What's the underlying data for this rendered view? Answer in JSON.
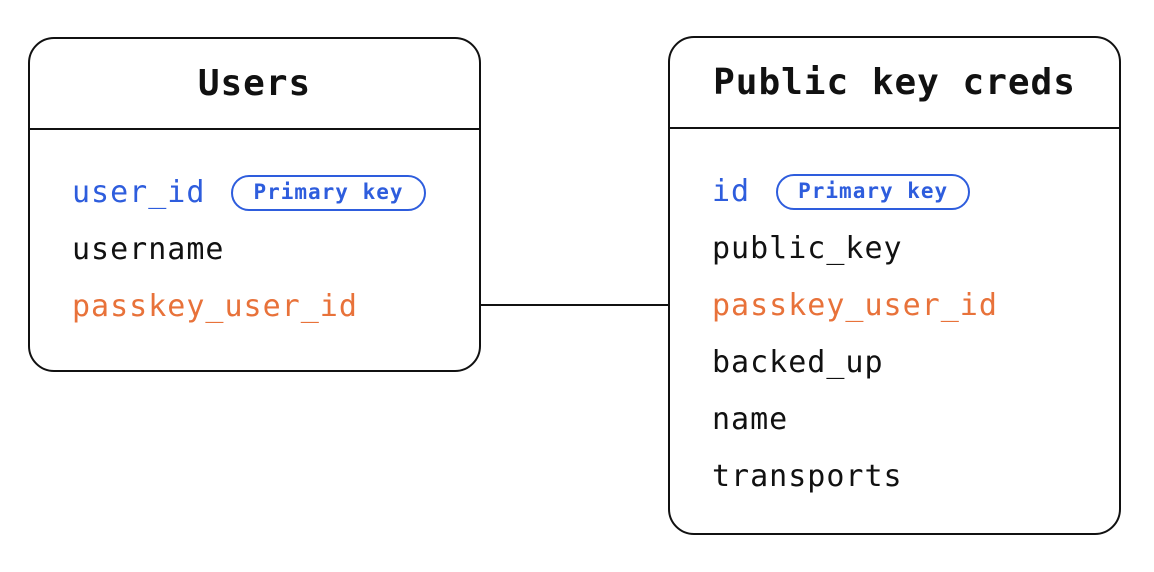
{
  "colors": {
    "primary_blue": "#2e5ddd",
    "foreign_key_orange": "#e8723a",
    "line_black": "#111111",
    "background": "#ffffff"
  },
  "tables": [
    {
      "title": "Users",
      "fields": [
        {
          "name": "user_id",
          "color": "blue",
          "badge": "Primary key"
        },
        {
          "name": "username",
          "color": "black"
        },
        {
          "name": "passkey_user_id",
          "color": "orange"
        }
      ]
    },
    {
      "title": "Public key creds",
      "fields": [
        {
          "name": "id",
          "color": "blue",
          "badge": "Primary key"
        },
        {
          "name": "public_key",
          "color": "black"
        },
        {
          "name": "passkey_user_id",
          "color": "orange"
        },
        {
          "name": "backed_up",
          "color": "black"
        },
        {
          "name": "name",
          "color": "black"
        },
        {
          "name": "transports",
          "color": "black"
        }
      ]
    }
  ],
  "connector": {
    "from_table": "Users",
    "from_field": "passkey_user_id",
    "to_table": "Public key creds",
    "to_field": "passkey_user_id"
  }
}
